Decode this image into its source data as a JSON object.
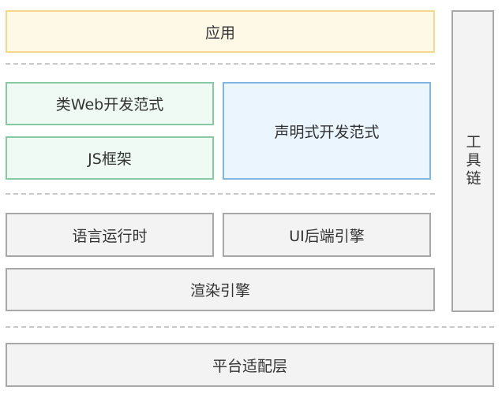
{
  "layers": {
    "application": "应用",
    "web_like_paradigm": "类Web开发范式",
    "js_framework": "JS框架",
    "declarative_paradigm": "声明式开发范式",
    "language_runtime": "语言运行时",
    "ui_backend_engine": "UI后端引擎",
    "render_engine": "渲染引擎",
    "platform_adaptation": "平台适配层",
    "toolchain": "工具链"
  },
  "colors": {
    "application_fill": "#fef9e6",
    "application_border": "#f5d88a",
    "web_fill": "#eefaf3",
    "web_border": "#86c9a3",
    "declarative_fill": "#eaf5fd",
    "declarative_border": "#7fb7e0",
    "gray_fill": "#f3f3f3",
    "gray_border": "#a8a8a8"
  }
}
